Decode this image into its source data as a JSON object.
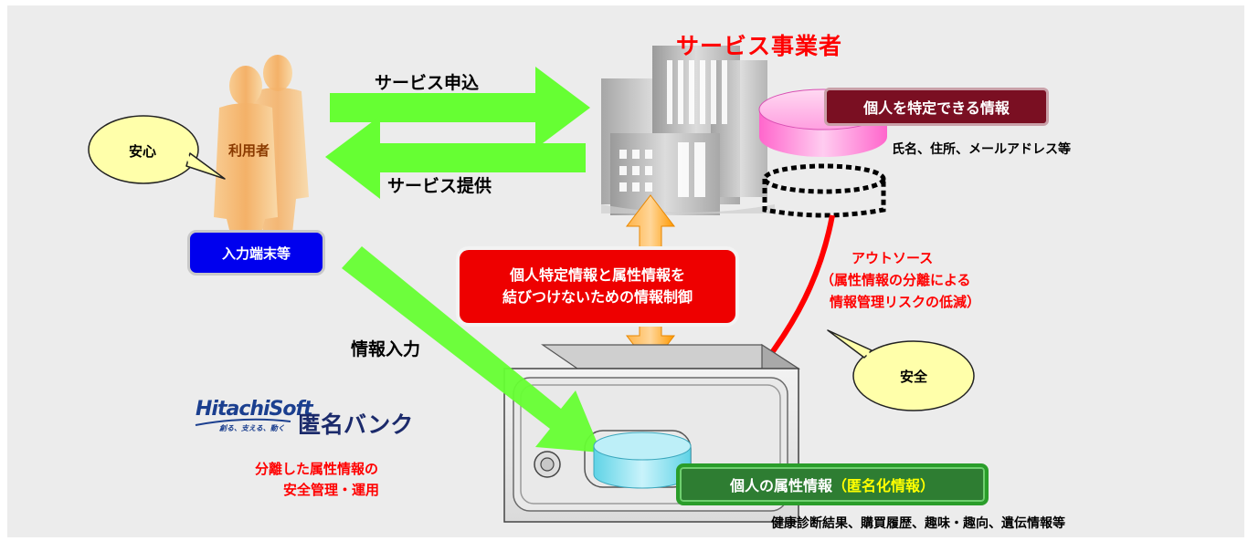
{
  "provider_title": "サービス事業者",
  "arrow_apply": "サービス申込",
  "arrow_provide": "サービス提供",
  "user_label": "利用者",
  "bubble_relief": "安心",
  "device_label": "入力端末等",
  "info_input": "情報入力",
  "personal_id_box": "個人を特定できる情報",
  "personal_id_examples": "氏名、住所、メールアドレス等",
  "control_line1": "個人特定情報と属性情報を",
  "control_line2": "結びつけないための情報制御",
  "outsource": [
    "アウトソース",
    "（属性情報の分離による",
    "情報管理リスクの低減）"
  ],
  "bubble_safe": "安全",
  "logo_text": "HitachiSoft",
  "logo_tagline": "創る、支える、動く",
  "bank_name": "匿名バンク",
  "bank_desc1": "分離した属性情報の",
  "bank_desc2": "安全管理・運用",
  "attr_box_main": "個人の属性情報",
  "attr_box_anon": "（匿名化情報）",
  "attr_examples": "健康診断結果、購買履歴、趣味・趣向、遺伝情報等",
  "colors": {
    "green_arrow": "#66ff33",
    "red_text": "#ff0000",
    "maroon": "#7a0f22",
    "bubble_yellow": "#ffffaa",
    "device_blue": "#0000ee",
    "attr_green": "#2e7d32",
    "orange_arrow": "#ff9900"
  }
}
